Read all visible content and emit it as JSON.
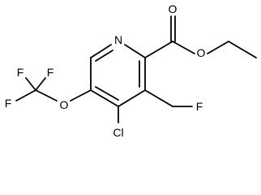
{
  "molecule": {
    "atoms": {
      "n1": "N",
      "o_carbonyl": "O",
      "o_ester": "O",
      "o_ether": "O",
      "cl": "Cl",
      "f_ch2": "F",
      "cf3_f_top_left": "F",
      "cf3_f_top_right": "F",
      "cf3_f_left": "F"
    }
  }
}
